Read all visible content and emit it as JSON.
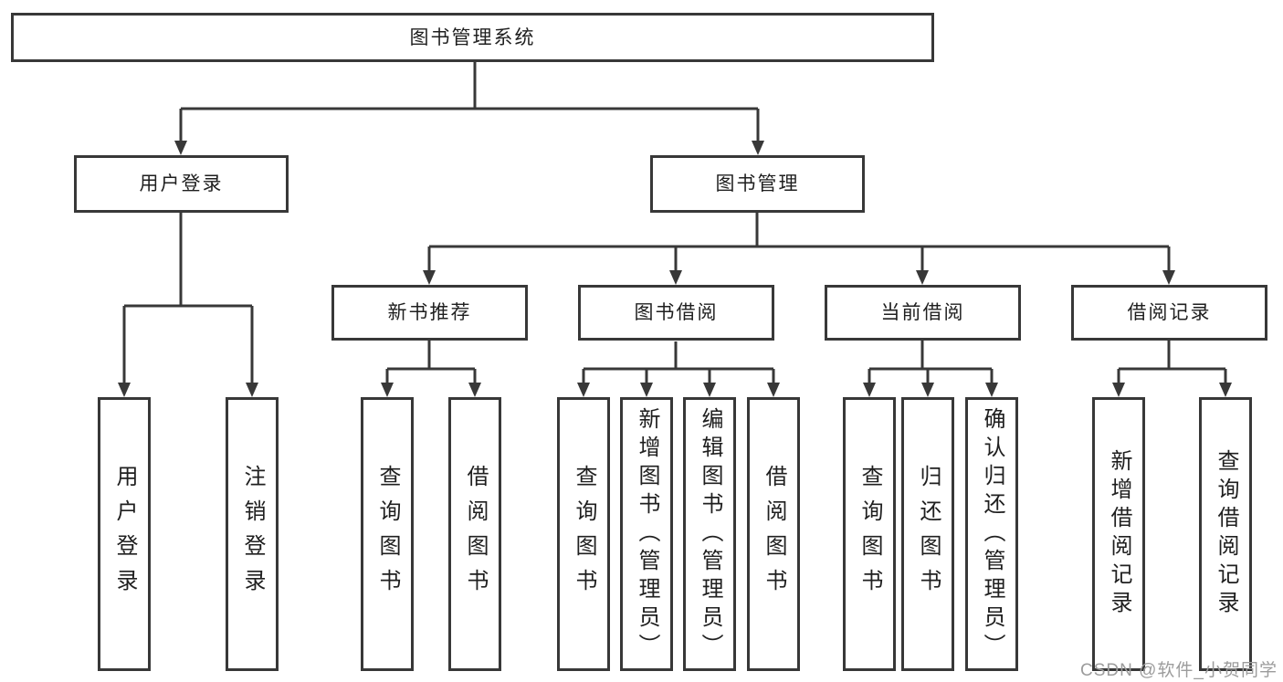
{
  "watermark": "CSDN @软件_小贺同学",
  "colors": {
    "line": "#383838",
    "box_border": "#383838",
    "text": "#1f1f1f",
    "watermark": "#9c9c9c",
    "background": "#ffffff"
  },
  "tree": {
    "root": {
      "label": "图书管理系统"
    },
    "branches": [
      {
        "label": "用户登录",
        "children": [
          {
            "label": "用户登录"
          },
          {
            "label": "注销登录"
          }
        ]
      },
      {
        "label": "图书管理",
        "children": [
          {
            "label": "新书推荐",
            "children": [
              {
                "label": "查询图书"
              },
              {
                "label": "借阅图书"
              }
            ]
          },
          {
            "label": "图书借阅",
            "children": [
              {
                "label": "查询图书"
              },
              {
                "label": "新增图书（管理员）"
              },
              {
                "label": "编辑图书（管理员）"
              },
              {
                "label": "借阅图书"
              }
            ]
          },
          {
            "label": "当前借阅",
            "children": [
              {
                "label": "查询图书"
              },
              {
                "label": "归还图书"
              },
              {
                "label": "确认归还（管理员）"
              }
            ]
          },
          {
            "label": "借阅记录",
            "children": [
              {
                "label": "新增借阅记录"
              },
              {
                "label": "查询借阅记录"
              }
            ]
          }
        ]
      }
    ]
  }
}
